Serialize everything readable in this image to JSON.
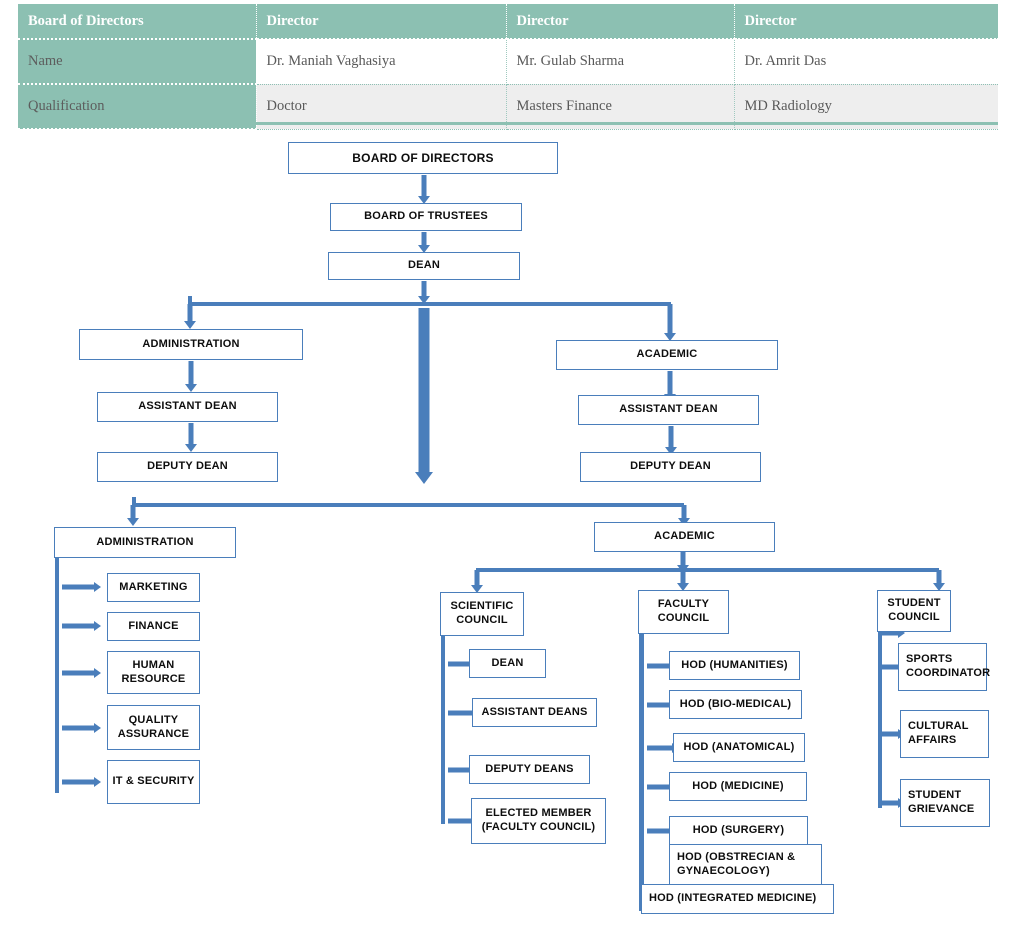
{
  "table": {
    "columns": [
      "Board of Directors",
      "Director",
      "Director",
      "Director"
    ],
    "rows": [
      {
        "label": "Name",
        "values": [
          "Dr. Maniah Vaghasiya",
          "Mr. Gulab Sharma",
          "Dr. Amrit Das"
        ]
      },
      {
        "label": "Qualification",
        "values": [
          "Doctor",
          "Masters Finance",
          "MD Radiology"
        ]
      }
    ],
    "header_color": "#8cc0b2",
    "alt_row_color": "#eeeeee"
  },
  "chart": {
    "accent_color": "#4a7ebb",
    "nodes": {
      "board_of_directors": "BOARD OF DIRECTORS",
      "board_of_trustees": "BOARD OF TRUSTEES",
      "dean": "DEAN",
      "administration_top": "ADMINISTRATION",
      "administration_assistant_dean": "ASSISTANT DEAN",
      "administration_deputy_dean": "DEPUTY DEAN",
      "academic_top": "ACADEMIC",
      "academic_assistant_dean": "ASSISTANT DEAN",
      "academic_deputy_dean": "DEPUTY DEAN",
      "administration_lower": "ADMINISTRATION",
      "academic_lower": "ACADEMIC",
      "scientific_council": "SCIENTIFIC COUNCIL",
      "faculty_council": "FACULTY COUNCIL",
      "student_council": "STUDENT COUNCIL"
    },
    "administration_units": [
      "MARKETING",
      "FINANCE",
      "HUMAN RESOURCE",
      "QUALITY ASSURANCE",
      "IT & SECURITY"
    ],
    "scientific_council_members": [
      "DEAN",
      "ASSISTANT DEANS",
      "DEPUTY DEANS",
      "ELECTED MEMBER (FACULTY COUNCIL)"
    ],
    "faculty_council_members": [
      "HOD (HUMANITIES)",
      "HOD (BIO-MEDICAL)",
      "HOD (ANATOMICAL)",
      "HOD (MEDICINE)",
      "HOD (SURGERY)",
      "HOD (OBSTRECIAN & GYNAECOLOGY)",
      "HOD (INTEGRATED MEDICINE)"
    ],
    "student_council_members": [
      "SPORTS COORDINATOR",
      "CULTURAL AFFAIRS",
      "STUDENT GRIEVANCE"
    ]
  }
}
